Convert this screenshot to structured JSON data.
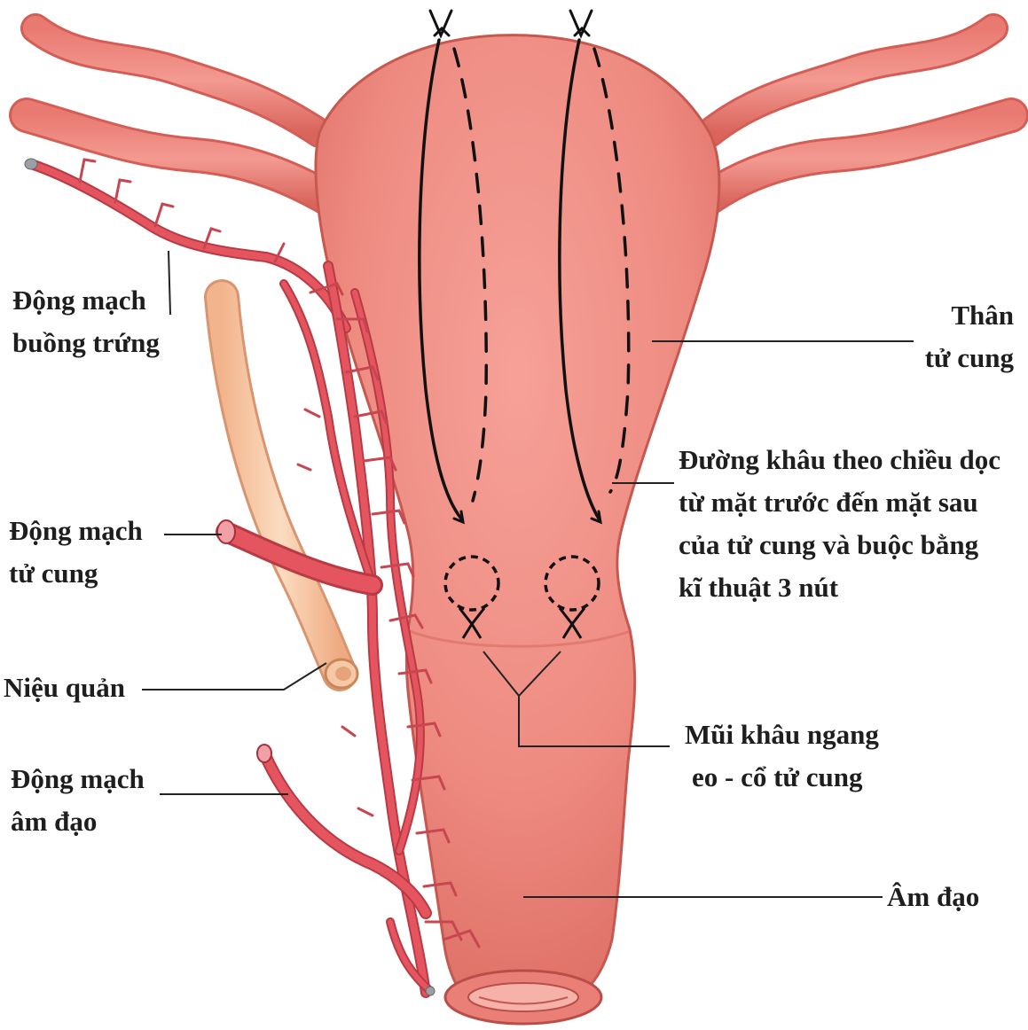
{
  "colors": {
    "tissue": "#f08a80",
    "tissue_dark": "#c9544d",
    "artery": "#e0505a",
    "ureter": "#f6c6a0",
    "leader": "#222222"
  },
  "labels": {
    "ovarian_artery": [
      "Động mạch",
      "buồng trứng"
    ],
    "uterine_artery": [
      "Động mạch",
      "tử cung"
    ],
    "ureter": [
      "Niệu quản"
    ],
    "vaginal_artery": [
      "Động mạch",
      "âm đạo"
    ],
    "uterus_body": [
      "Thân",
      "tử cung"
    ],
    "vertical_suture": [
      "Đường khâu theo chiều dọc",
      "từ mặt trước đến mặt sau",
      "của tử cung và buộc bằng",
      "kĩ thuật 3 nút"
    ],
    "horizontal_suture": [
      "Mũi khâu ngang",
      "eo - cổ tử cung"
    ],
    "vagina": [
      "Âm đạo"
    ]
  }
}
